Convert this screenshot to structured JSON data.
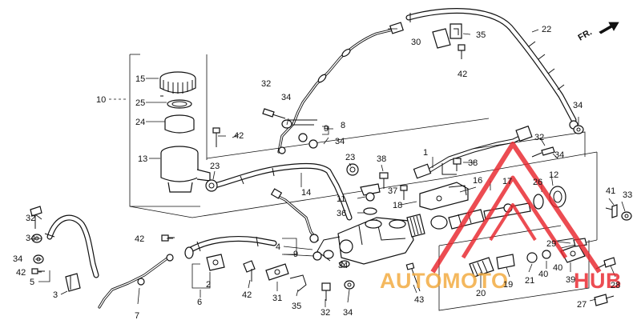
{
  "callouts": [
    {
      "id": "c1",
      "text": "1"
    },
    {
      "id": "c2",
      "text": "2"
    },
    {
      "id": "c3",
      "text": "3"
    },
    {
      "id": "c4",
      "text": "4"
    },
    {
      "id": "c5",
      "text": "5"
    },
    {
      "id": "c6",
      "text": "6"
    },
    {
      "id": "c7",
      "text": "7"
    },
    {
      "id": "c8",
      "text": "8"
    },
    {
      "id": "c9a",
      "text": "9"
    },
    {
      "id": "c9b",
      "text": "9"
    },
    {
      "id": "c10",
      "text": "10"
    },
    {
      "id": "c11",
      "text": "11"
    },
    {
      "id": "c12",
      "text": "12"
    },
    {
      "id": "c13",
      "text": "13"
    },
    {
      "id": "c14",
      "text": "14"
    },
    {
      "id": "c15",
      "text": "15"
    },
    {
      "id": "c16",
      "text": "16"
    },
    {
      "id": "c17",
      "text": "17"
    },
    {
      "id": "c18",
      "text": "18"
    },
    {
      "id": "c19",
      "text": "19"
    },
    {
      "id": "c20",
      "text": "20"
    },
    {
      "id": "c21",
      "text": "21"
    },
    {
      "id": "c22",
      "text": "22"
    },
    {
      "id": "c23a",
      "text": "23"
    },
    {
      "id": "c23b",
      "text": "23"
    },
    {
      "id": "c24",
      "text": "24"
    },
    {
      "id": "c25",
      "text": "25"
    },
    {
      "id": "c26",
      "text": "26"
    },
    {
      "id": "c27",
      "text": "27"
    },
    {
      "id": "c28",
      "text": "28"
    },
    {
      "id": "c29",
      "text": "29"
    },
    {
      "id": "c30",
      "text": "30"
    },
    {
      "id": "c31",
      "text": "31"
    },
    {
      "id": "c32a",
      "text": "32"
    },
    {
      "id": "c32b",
      "text": "32"
    },
    {
      "id": "c32c",
      "text": "32"
    },
    {
      "id": "c32d",
      "text": "32"
    },
    {
      "id": "c33",
      "text": "33"
    },
    {
      "id": "c34a",
      "text": "34"
    },
    {
      "id": "c34b",
      "text": "34"
    },
    {
      "id": "c34c",
      "text": "34"
    },
    {
      "id": "c34d",
      "text": "34"
    },
    {
      "id": "c34e",
      "text": "34"
    },
    {
      "id": "c34f",
      "text": "34"
    },
    {
      "id": "c34g",
      "text": "34"
    },
    {
      "id": "c34h",
      "text": "34"
    },
    {
      "id": "c35a",
      "text": "35"
    },
    {
      "id": "c35b",
      "text": "35"
    },
    {
      "id": "c36",
      "text": "36"
    },
    {
      "id": "c37",
      "text": "37"
    },
    {
      "id": "c38a",
      "text": "38"
    },
    {
      "id": "c38b",
      "text": "38"
    },
    {
      "id": "c39",
      "text": "39"
    },
    {
      "id": "c40a",
      "text": "40"
    },
    {
      "id": "c40b",
      "text": "40"
    },
    {
      "id": "c41",
      "text": "41"
    },
    {
      "id": "c42a",
      "text": "42"
    },
    {
      "id": "c42b",
      "text": "42"
    },
    {
      "id": "c42c",
      "text": "42"
    },
    {
      "id": "c42d",
      "text": "42"
    },
    {
      "id": "c42e",
      "text": "42"
    },
    {
      "id": "c43",
      "text": "43"
    }
  ],
  "direction_label": "FR.",
  "watermark": {
    "text_part1": "AUTOMOTO",
    "text_part2": "HUB",
    "color_primary": "#e8262d",
    "color_secondary": "#f2a93b"
  },
  "colors": {
    "line": "#111111",
    "background": "#ffffff"
  }
}
